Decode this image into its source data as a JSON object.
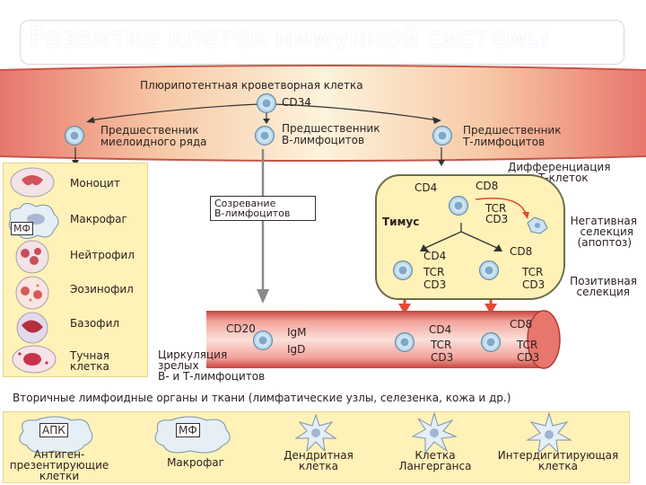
{
  "slide": {
    "title": "Развитие клеток иммунной системы"
  },
  "top_band": {
    "stem_cell": "Плюрипотентная кроветворная клетка",
    "cd34": "CD34",
    "myeloid_line1": "Предшественник",
    "myeloid_line2": "миелоидного ряда",
    "b_line1": "Предшественник",
    "b_line2": "В-лимфоцитов",
    "t_line1": "Предшественник",
    "t_line2": "Т-лимфоцитов"
  },
  "myeloid_cells": [
    {
      "label": "Моноцит"
    },
    {
      "label": "Макрофаг",
      "badge": "МФ"
    },
    {
      "label": "Нейтрофил"
    },
    {
      "label": "Эозинофил"
    },
    {
      "label": "Базофил"
    },
    {
      "label": "Тучная",
      "label2": "клетка"
    }
  ],
  "b_maturation": {
    "line1": "Созревание",
    "line2": "В-лимфоцитов"
  },
  "thymus": {
    "diff_line1": "Дифференциация",
    "diff_line2": "Т-клеток",
    "name": "Тимус",
    "cd4": "CD4",
    "cd8": "CD8",
    "tcr": "TCR",
    "cd3": "CD3",
    "neg_line1": "Негативная",
    "neg_line2": "селекция",
    "neg_line3": "(апоптоз)",
    "pos_line1": "Позитивная",
    "pos_line2": "селекция"
  },
  "circulation": {
    "cd20": "CD20",
    "igm": "IgM",
    "igd": "IgD",
    "cd4": "CD4",
    "cd8": "CD8",
    "tcr": "TCR",
    "cd3": "CD3",
    "line1": "Циркуляция",
    "line2": "зрелых",
    "line3": "В- и Т-лимфоцитов"
  },
  "secondary": {
    "heading": "Вторичные лимфоидные органы и ткани (лимфатические узлы, селезенка, кожа и др.)",
    "apc_badge": "АПК",
    "apc_line1": "Антиген-",
    "apc_line2": "презентирующие",
    "apc_line3": "клетки",
    "mf_badge": "МФ",
    "macrophage": "Макрофаг",
    "dendritic_line1": "Дендритная",
    "dendritic_line2": "клетка",
    "langerhans_line1": "Клетка",
    "langerhans_line2": "Лангерганса",
    "interdig_line1": "Интердигитирующая",
    "interdig_line2": "клетка"
  },
  "colors": {
    "band": "#e8766c",
    "band_light": "#fcefd0",
    "panel": "#fff2b8",
    "vessel": "#d85550",
    "arrow_red": "#e24a33",
    "cell": "#b9d8ea"
  }
}
